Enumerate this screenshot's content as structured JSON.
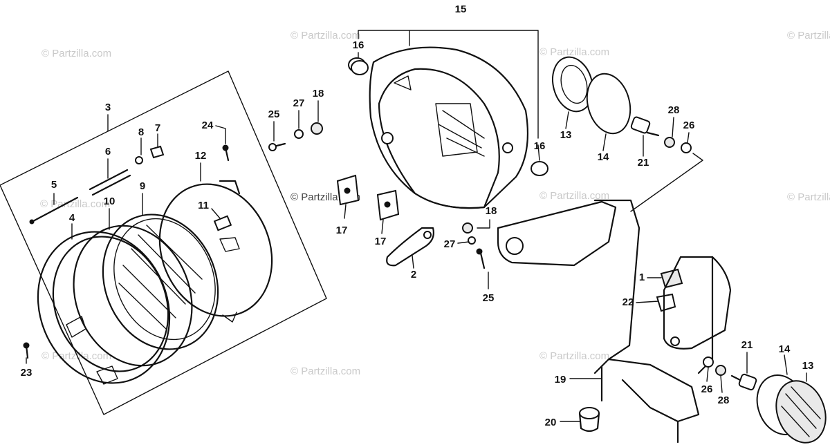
{
  "watermark": {
    "text": "© Partzilla.com"
  },
  "callouts": [
    {
      "id": "c15",
      "text": "15"
    },
    {
      "id": "c16a",
      "text": "16"
    },
    {
      "id": "c16b",
      "text": "16"
    },
    {
      "id": "c3",
      "text": "3"
    },
    {
      "id": "c25a",
      "text": "25"
    },
    {
      "id": "c27a",
      "text": "27"
    },
    {
      "id": "c18a",
      "text": "18"
    },
    {
      "id": "c24",
      "text": "24"
    },
    {
      "id": "c8",
      "text": "8"
    },
    {
      "id": "c7",
      "text": "7"
    },
    {
      "id": "c6",
      "text": "6"
    },
    {
      "id": "c12",
      "text": "12"
    },
    {
      "id": "c5",
      "text": "5"
    },
    {
      "id": "c10",
      "text": "10"
    },
    {
      "id": "c9",
      "text": "9"
    },
    {
      "id": "c11",
      "text": "11"
    },
    {
      "id": "c4",
      "text": "4"
    },
    {
      "id": "c17a",
      "text": "17"
    },
    {
      "id": "c17b",
      "text": "17"
    },
    {
      "id": "c18b",
      "text": "18"
    },
    {
      "id": "c27b",
      "text": "27"
    },
    {
      "id": "c2",
      "text": "2"
    },
    {
      "id": "c25b",
      "text": "25"
    },
    {
      "id": "c13a",
      "text": "13"
    },
    {
      "id": "c14a",
      "text": "14"
    },
    {
      "id": "c21a",
      "text": "21"
    },
    {
      "id": "c28a",
      "text": "28"
    },
    {
      "id": "c26a",
      "text": "26"
    },
    {
      "id": "c1",
      "text": "1"
    },
    {
      "id": "c22",
      "text": "22"
    },
    {
      "id": "c19",
      "text": "19"
    },
    {
      "id": "c20",
      "text": "20"
    },
    {
      "id": "c21b",
      "text": "21"
    },
    {
      "id": "c14b",
      "text": "14"
    },
    {
      "id": "c13b",
      "text": "13"
    },
    {
      "id": "c26b",
      "text": "26"
    },
    {
      "id": "c28b",
      "text": "28"
    },
    {
      "id": "c23",
      "text": "23"
    }
  ]
}
